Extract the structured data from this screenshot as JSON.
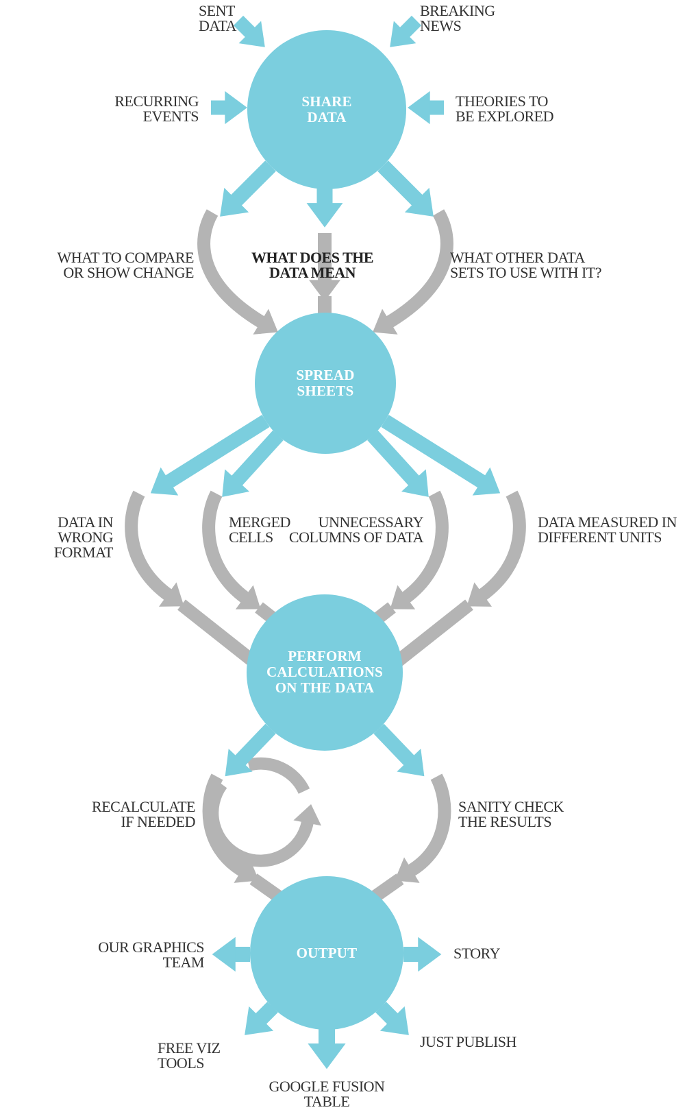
{
  "title": "Data journalism workflow diagram",
  "palette": {
    "node_blue": "#7bcede",
    "arrow_gray": "#b4b4b4",
    "label_text": "#333333",
    "node_text": "#ffffff"
  },
  "inputs": {
    "sent_data": "SENT\nDATA",
    "breaking_news": "BREAKING\nNEWS",
    "recurring_events": "RECURRING\nEVENTS",
    "theories": "THEORIES TO\nBE EXPLORED"
  },
  "nodes": {
    "share_data": "SHARE\nDATA",
    "spreadsheets": "SPREAD\nSHEETS",
    "calculations": "PERFORM\nCALCULATIONS\nON THE DATA",
    "output": "OUTPUT"
  },
  "questions": {
    "compare": "WHAT TO COMPARE\nOR SHOW CHANGE",
    "meaning": "WHAT DOES THE\nDATA MEAN",
    "other_data": "WHAT OTHER DATA\nSETS TO USE WITH IT?"
  },
  "spreadsheet_issues": {
    "wrong_format": "DATA IN WRONG\nFORMAT",
    "merged_cells": "MERGED\nCELLS",
    "unnecessary_columns": "UNNECESSARY\nCOLUMNS OF DATA",
    "different_units": "DATA MEASURED IN\nDIFFERENT UNITS"
  },
  "checks": {
    "recalculate": "RECALCULATE\nIF NEEDED",
    "sanity_check": "SANITY CHECK\nTHE RESULTS"
  },
  "outputs": {
    "graphics_team": "OUR GRAPHICS\nTEAM",
    "story": "STORY",
    "free_viz": "FREE VIZ\nTOOLS",
    "google_fusion": "GOOGLE FUSION\nTABLE",
    "just_publish": "JUST PUBLISH"
  },
  "flow": [
    "sent-data -> share-data",
    "breaking-news -> share-data",
    "recurring-events -> share-data",
    "theories-to-be-explored -> share-data",
    "share-data -> what-to-compare-or-show-change",
    "share-data -> what-does-the-data-mean",
    "share-data -> what-other-data-sets-to-use-with-it",
    "what-to-compare-or-show-change -> spreadsheets",
    "what-does-the-data-mean -> spreadsheets",
    "what-other-data-sets-to-use-with-it -> spreadsheets",
    "spreadsheets -> data-in-wrong-format",
    "spreadsheets -> merged-cells",
    "spreadsheets -> unnecessary-columns-of-data",
    "spreadsheets -> data-measured-in-different-units",
    "data-in-wrong-format -> perform-calculations-on-the-data",
    "merged-cells -> perform-calculations-on-the-data",
    "unnecessary-columns-of-data -> perform-calculations-on-the-data",
    "data-measured-in-different-units -> perform-calculations-on-the-data",
    "perform-calculations-on-the-data -> recalculate-if-needed",
    "perform-calculations-on-the-data -> sanity-check-the-results",
    "recalculate-if-needed -> recalculate-if-needed (loop)",
    "recalculate-if-needed -> output",
    "sanity-check-the-results -> output",
    "output -> our-graphics-team",
    "output -> story",
    "output -> free-viz-tools",
    "output -> google-fusion-table",
    "output -> just-publish"
  ]
}
